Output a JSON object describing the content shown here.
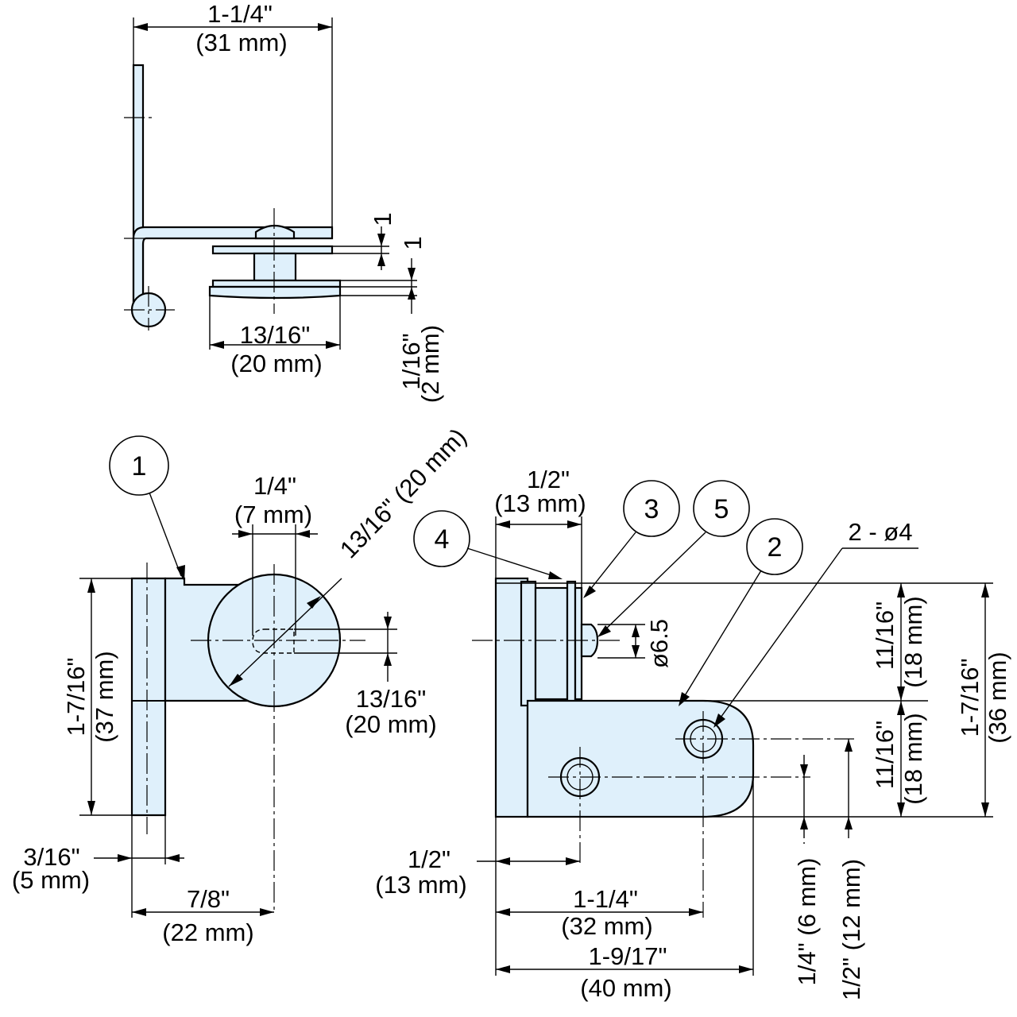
{
  "top_view": {
    "overall_width": "1-1/4\"",
    "overall_width_mm": "(31 mm)",
    "base_width": "13/16\"",
    "base_width_mm": "(20 mm)",
    "gap_upper": "1",
    "gap_lower": "1",
    "base_thickness": "1/16\"",
    "base_thickness_mm": "(2 mm)"
  },
  "left_view": {
    "callout": "1",
    "height": "1-7/16\"",
    "height_mm": "(37 mm)",
    "slot_width": "1/4\"",
    "slot_width_mm": "(7 mm)",
    "disc_diameter": "13/16\"",
    "disc_diameter_mm": "(20 mm)",
    "slot_height": "13/16\"",
    "slot_height_mm": "(20 mm)",
    "plate_thickness": "3/16\"",
    "plate_thickness_mm": "(5 mm)",
    "center_offset": "7/8\"",
    "center_offset_mm": "(22 mm)"
  },
  "right_view": {
    "callouts": [
      "4",
      "3",
      "5",
      "2"
    ],
    "hole_note": "2 - ø4",
    "pin_diameter": "ø6.5",
    "top_depth": "1/2\"",
    "top_depth_mm": "(13 mm)",
    "upper_height": "11/16\"",
    "upper_height_mm": "(18 mm)",
    "lower_height": "11/16\"",
    "lower_height_mm": "(18 mm)",
    "total_height": "1-7/16\"",
    "total_height_mm": "(36 mm)",
    "hole1_offset": "1/2\"",
    "hole1_offset_mm": "(13 mm)",
    "hole2_offset": "1-1/4\"",
    "hole2_offset_mm": "(32 mm)",
    "overall_length": "1-9/17\"",
    "overall_length_mm": "(40 mm)",
    "hole1_height": "1/4\"",
    "hole1_height_mm": "(6 mm)",
    "hole2_height": "1/2\"",
    "hole2_height_mm": "(12 mm)"
  }
}
